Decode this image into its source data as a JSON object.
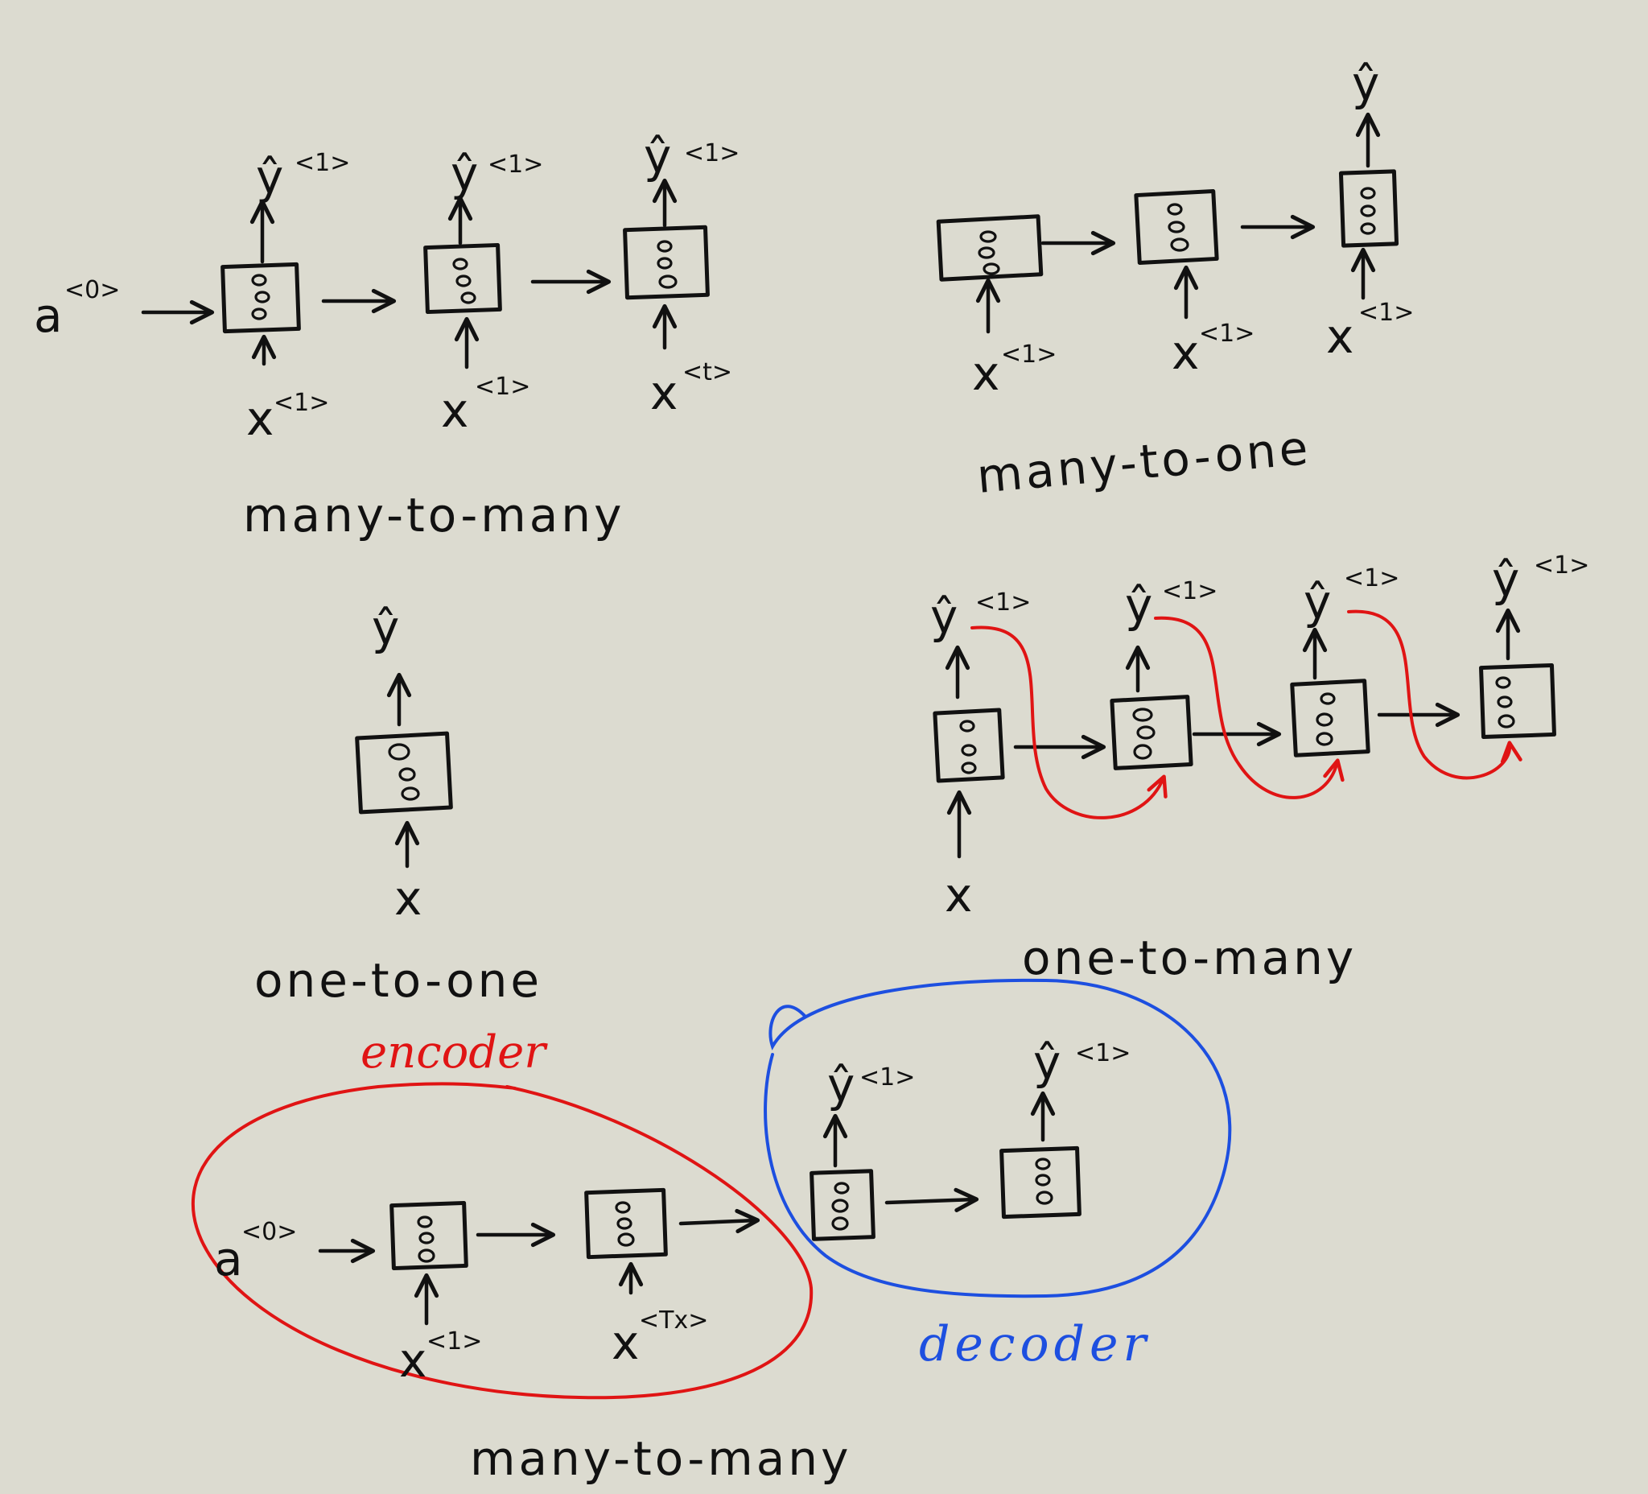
{
  "symbols": {
    "a": "a",
    "a_sup": "<0>",
    "x": "x",
    "x_sup_1": "<1>",
    "x_sup_t": "<t>",
    "x_sup_tx": "<Tx>",
    "y_hat": "ŷ",
    "y_sup_1": "<1>"
  },
  "captions": {
    "many_to_many_top": "many-to-many",
    "many_to_one": "many-to-one",
    "one_to_one": "one-to-one",
    "one_to_many": "one-to-many",
    "many_to_many_bottom": "many-to-many"
  },
  "annotations": {
    "encoder": "encoder",
    "decoder": "decoder"
  },
  "colors": {
    "ink": "#111111",
    "encoder": "#e01414",
    "decoder": "#1d4fe0",
    "feedback": "#e01414",
    "paper": "#dcdbd0"
  }
}
